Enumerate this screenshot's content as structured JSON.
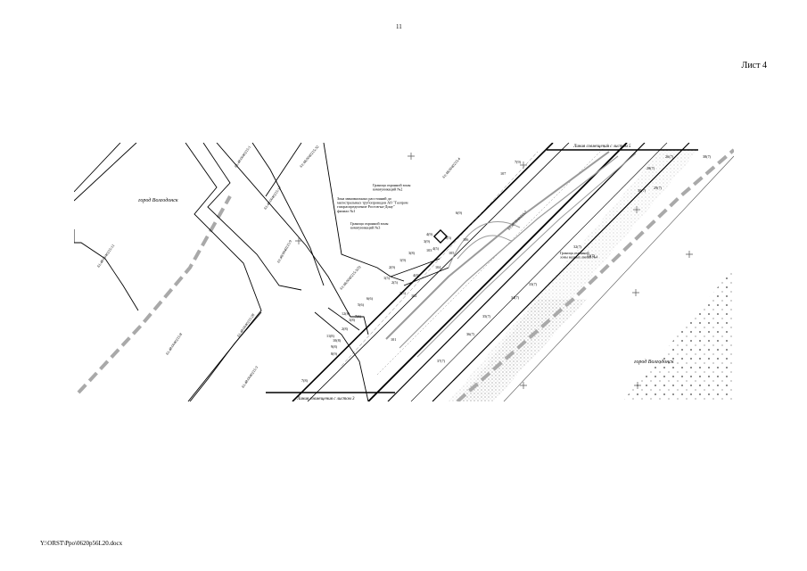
{
  "page": {
    "number": "11",
    "sheet": "Лист 4",
    "file_path": "Y:\\ORST\\Ppo\\0620p56L20.docx"
  },
  "map": {
    "city_labels": [
      "город Волгодонск",
      "город Волгодонск"
    ],
    "match_lines": {
      "top": "Линия совмещения с листом 5",
      "bottom": "Линия совмещения с листом 3"
    },
    "annotations": [
      "Граница охранной зоны\nкоммуникаций №2",
      "Зона минимальных расстояний до\nмагистральных трубопроводов АО \"Газпром\nгазораспределение Ростов-на-Дону\"\nфилиал №1",
      "Граница охранной зоны\nкоммуникаций №3",
      "Граница охранной\nзоны водных линий №4"
    ],
    "parcel_labels": [
      "61:48:0040215:1",
      "61:48:0040215:32",
      "61:48:0040215:9",
      "61:48:0040215:17",
      "61:48:0040215:11",
      "61:48:0040215:8",
      "61:48:0040215:28",
      "61:48:0040215:3",
      "61:48:0040215:4",
      "61:48:0040215:1(3)",
      "61:48:0040215:7"
    ],
    "point_labels": [
      "1(9)",
      "2(9)",
      "3(9)",
      "4(9)",
      "6(9)",
      "7(8)",
      "7(9)",
      "8(9)",
      "9(8)",
      "10(8)",
      "11(8)",
      "12(8)",
      "1(8)",
      "2(8)",
      "3(8)",
      "4(8)",
      "26(7)",
      "28(7)",
      "29(7)",
      "30(7)",
      "31(7)",
      "32(7)",
      "33(7)",
      "34(7)",
      "35(7)",
      "36(7)",
      "37(7)",
      "38(7)",
      "1(5)",
      "2(5)",
      "3(5)",
      "4(5)",
      "5(5)",
      "5(6)",
      "6(6)",
      "7(6)",
      "101",
      "102",
      "103",
      "104",
      "105",
      "106",
      "107"
    ]
  }
}
